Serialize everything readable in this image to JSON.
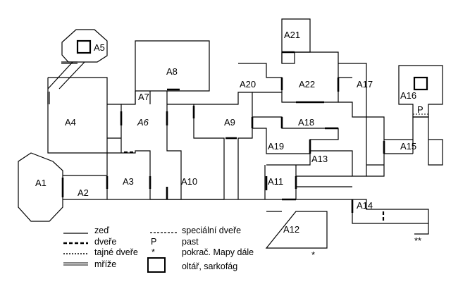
{
  "rooms": [
    {
      "id": "A1",
      "label": "A1"
    },
    {
      "id": "A2",
      "label": "A2"
    },
    {
      "id": "A3",
      "label": "A3"
    },
    {
      "id": "A4",
      "label": "A4"
    },
    {
      "id": "A5",
      "label": "A5"
    },
    {
      "id": "A6",
      "label": "A6"
    },
    {
      "id": "A7",
      "label": "A7"
    },
    {
      "id": "A8",
      "label": "A8"
    },
    {
      "id": "A9",
      "label": "A9"
    },
    {
      "id": "A10",
      "label": "A10"
    },
    {
      "id": "A11",
      "label": "A11"
    },
    {
      "id": "A12",
      "label": "A12"
    },
    {
      "id": "A13",
      "label": "A13"
    },
    {
      "id": "A14",
      "label": "A14"
    },
    {
      "id": "A15",
      "label": "A15"
    },
    {
      "id": "A16",
      "label": "A16"
    },
    {
      "id": "A17",
      "label": "A17"
    },
    {
      "id": "A18",
      "label": "A18"
    },
    {
      "id": "A19",
      "label": "A19"
    },
    {
      "id": "A20",
      "label": "A20"
    },
    {
      "id": "A21",
      "label": "A21"
    },
    {
      "id": "A22",
      "label": "A22"
    }
  ],
  "markers": {
    "trap": "P",
    "continue_single": "*",
    "continue_double": "**"
  },
  "legend": {
    "wall": "zeď",
    "door": "dveře",
    "secret_door": "tajné dveře",
    "bars": "mříže",
    "special_door": "speciální dveře",
    "trap_symbol": "P",
    "trap": "past",
    "continue_symbol": "*",
    "continue": "pokrač. Mapy dále",
    "altar": "oltář, sarkofág"
  },
  "icons": [
    "altar-icon"
  ]
}
